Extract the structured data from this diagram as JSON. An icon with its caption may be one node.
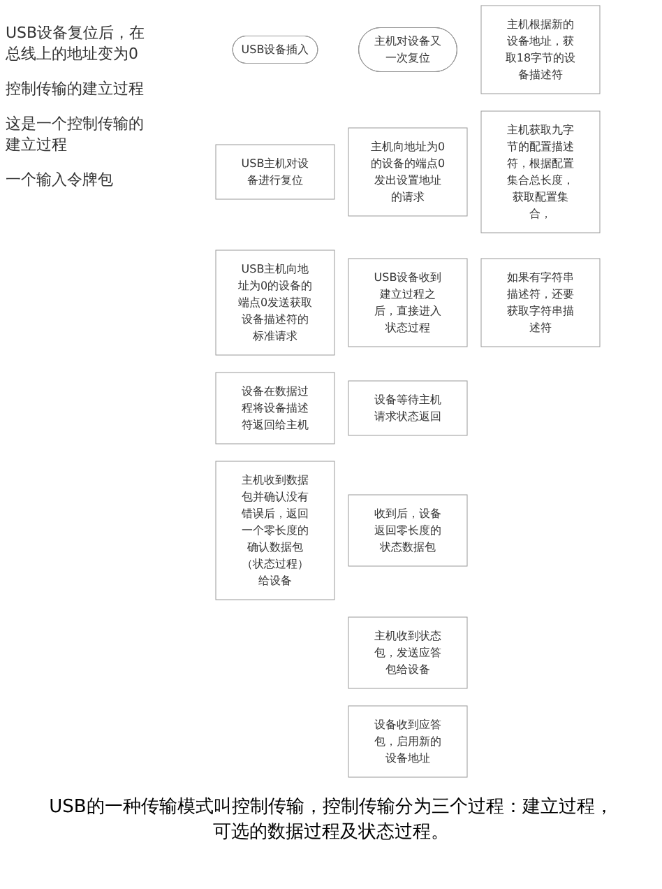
{
  "diagram": {
    "caption": "USB的一种传输模式叫控制传输，控制传输分为三个过程：建立过程，可选的数据过程及状态过程。",
    "nodes": [
      {
        "text": [
          "USB设备插入"
        ]
      },
      {
        "text": [
          "USB主机对设备进行复位"
        ]
      },
      {
        "text": [
          "USB主机向地址为0的设备的端点0发送获取设备描述符的标准请求"
        ]
      },
      {
        "text": [
          "设备在数据过程将设备描述符返回给主机"
        ]
      },
      {
        "text": [
          "主机收到数据包并确认没有错误后，返回一个零长度的确认数据包（状态过程）给设备"
        ]
      },
      {
        "text": [
          "主机对设备又一次复位"
        ]
      },
      {
        "text": [
          "主机向地址为0的设备的端点0发出设置地址的请求"
        ]
      },
      {
        "text": [
          "USB设备收到建立过程之后，直接进入状态过程"
        ]
      },
      {
        "text": [
          "设备等待主机请求状态返回"
        ]
      },
      {
        "text": [
          "收到后，设备返回零长度的状态数据包"
        ]
      },
      {
        "text": [
          "主机收到状态包，发送应答包给设备"
        ]
      },
      {
        "text": [
          "设备收到应答包，启用新的设备地址"
        ]
      },
      {
        "text": [
          "主机根据新的设备地址，获取18字节的设备描述符"
        ]
      },
      {
        "text": [
          "主机获取九字节的配置描述符，根据配置集合总长度，获取配置集合，"
        ]
      },
      {
        "text": [
          "如果有字符串描述符，还要获取字符串描述符"
        ]
      }
    ],
    "edges": [],
    "labels": [
      "USB设备复位后，在总线上的地址变为0",
      "控制传输的建立过程",
      "这是一个控制传输的建立过程",
      "一个输入令牌包"
    ]
  }
}
